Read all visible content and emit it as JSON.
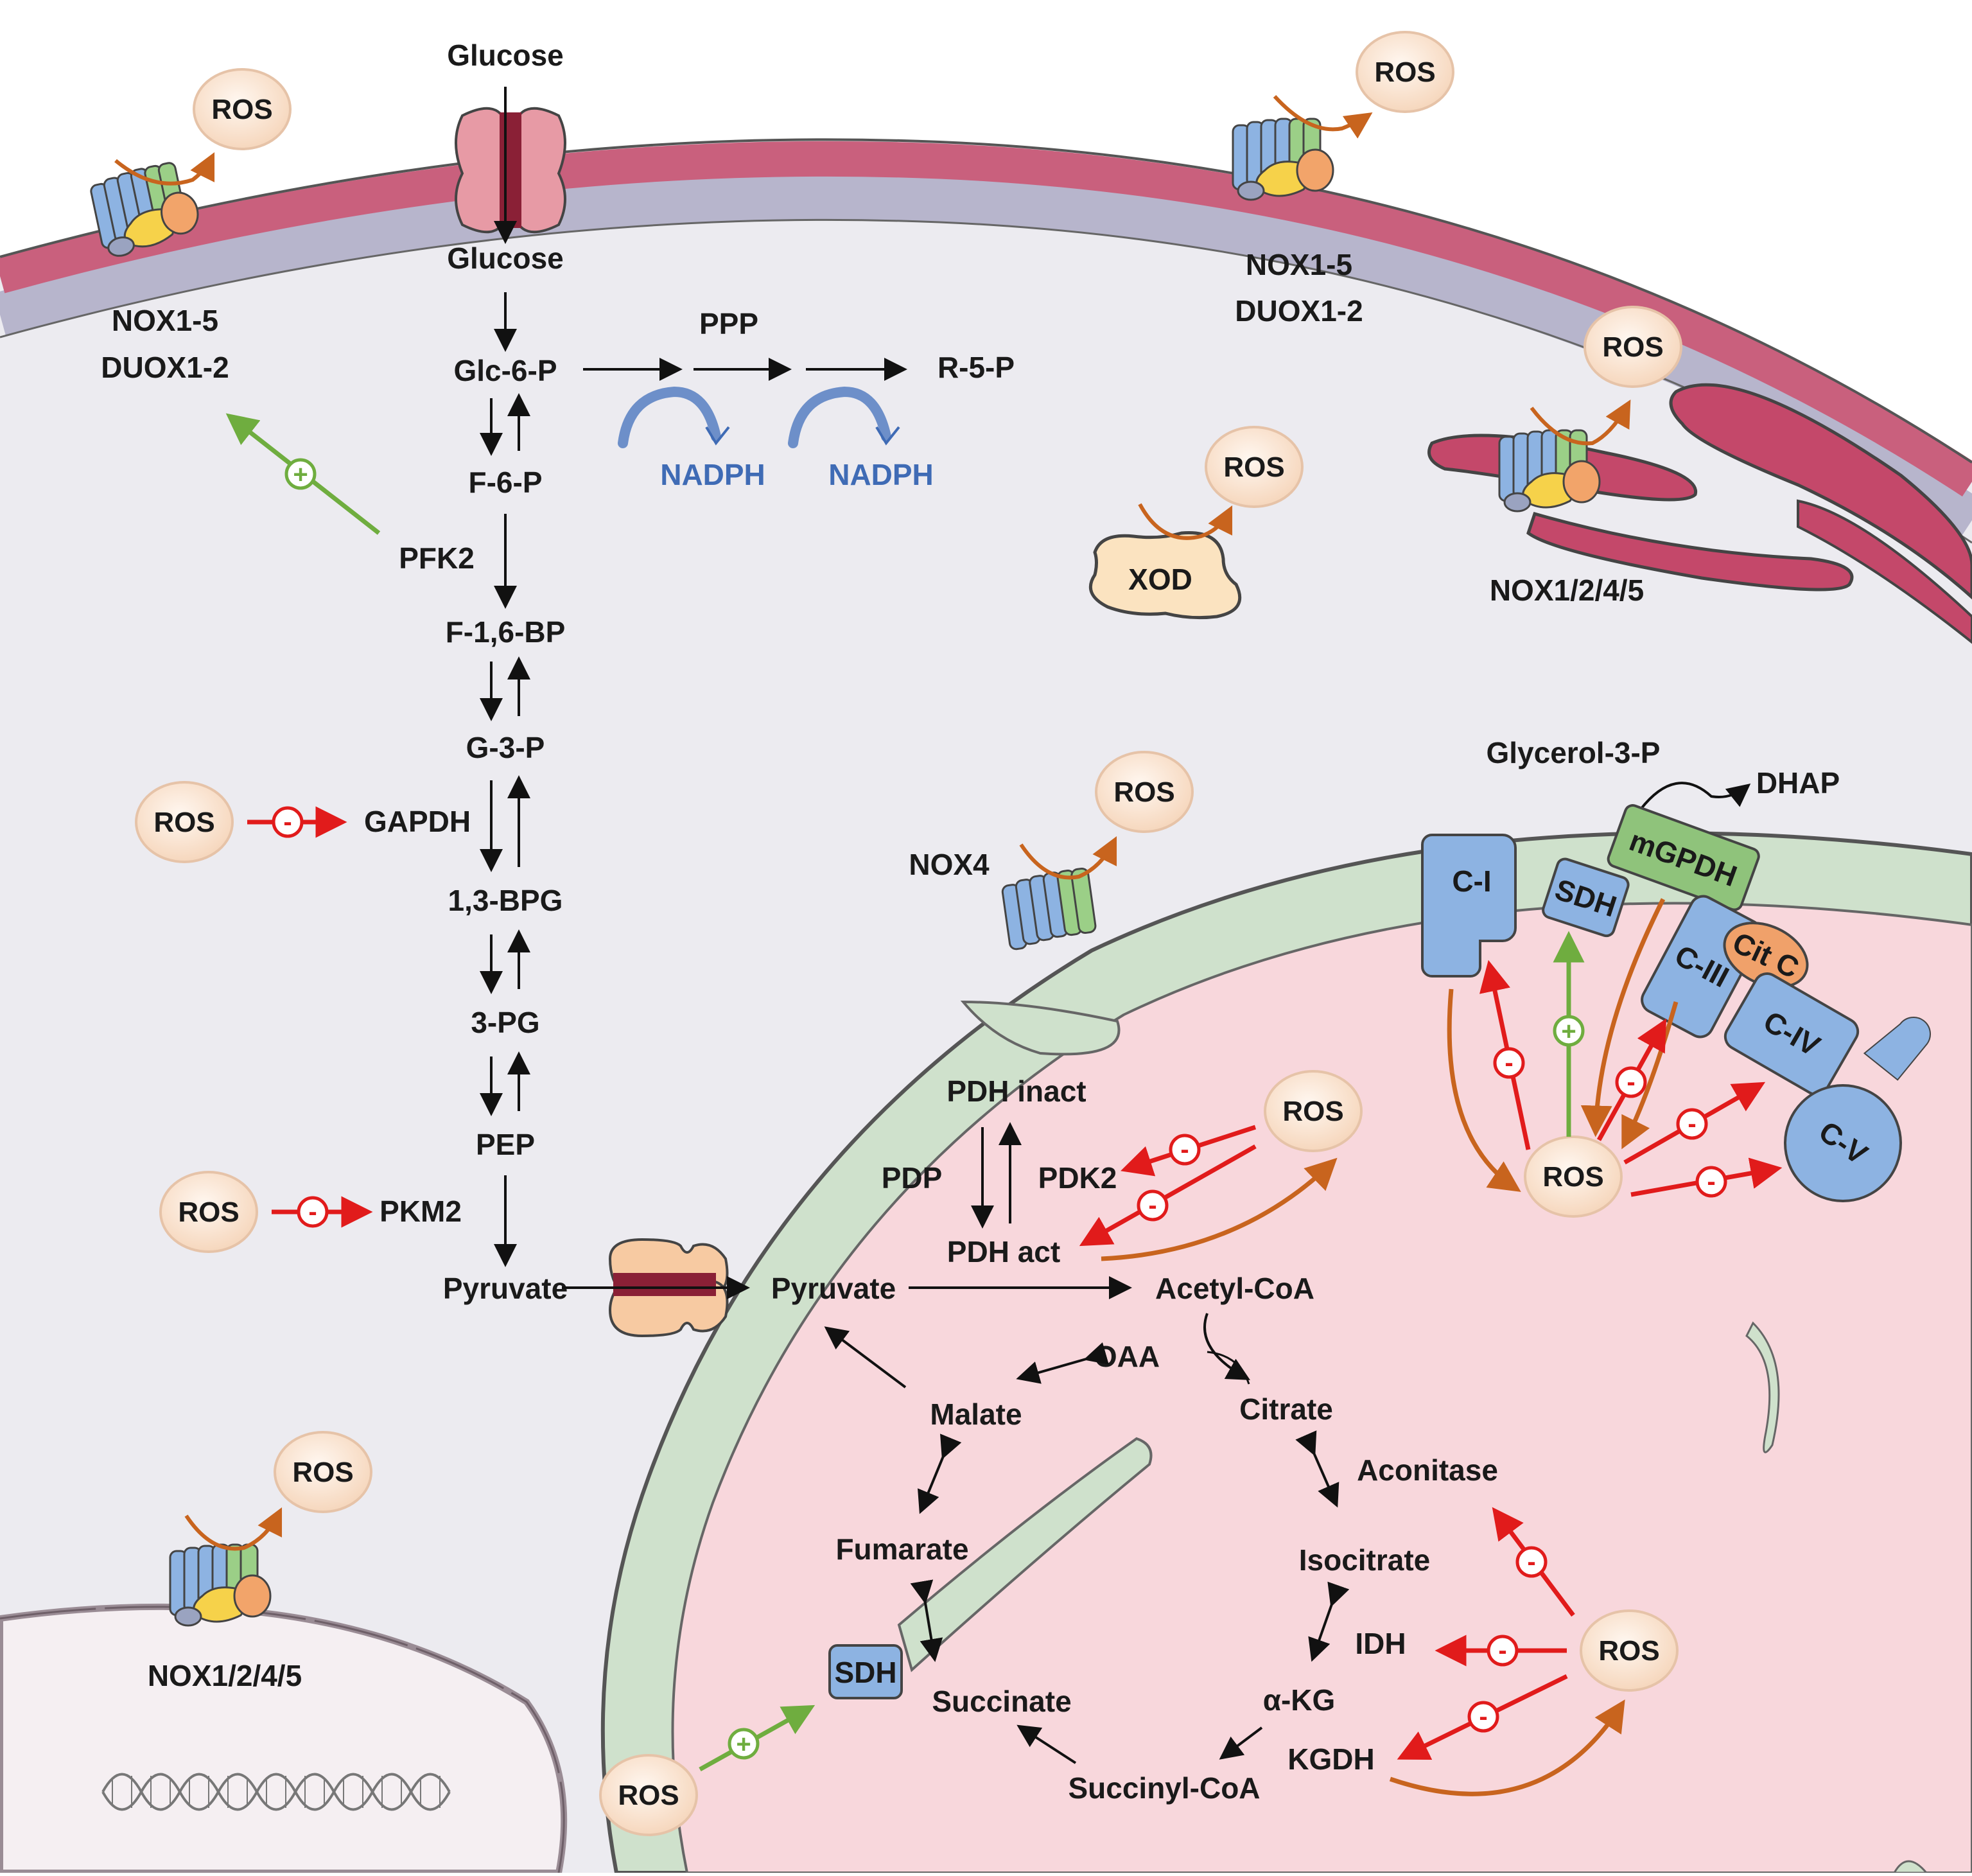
{
  "labels": {
    "glucose_out": "Glucose",
    "glucose_in": "Glucose",
    "glc6p": "Glc-6-P",
    "ppp": "PPP",
    "r5p": "R-5-P",
    "nadph": "NADPH",
    "f6p": "F-6-P",
    "pfk2": "PFK2",
    "f16bp": "F-1,6-BP",
    "g3p": "G-3-P",
    "gapdh": "GAPDH",
    "bpg13": "1,3-BPG",
    "pg3": "3-PG",
    "pep": "PEP",
    "pkm2": "PKM2",
    "pyruvate_cyt": "Pyruvate",
    "pyruvate_mito": "Pyruvate",
    "acetyl_coa": "Acetyl-CoA",
    "pdh_inact": "PDH inact",
    "pdh_act": "PDH act",
    "pdp": "PDP",
    "pdk2": "PDK2",
    "oaa": "OAA",
    "citrate": "Citrate",
    "malate": "Malate",
    "aconitase": "Aconitase",
    "isocitrate": "Isocitrate",
    "fumarate": "Fumarate",
    "idh": "IDH",
    "akg": "α-KG",
    "succinate": "Succinate",
    "kgdh": "KGDH",
    "succinyl_coa": "Succinyl-CoA",
    "sdh": "SDH",
    "nox15": "NOX1-5",
    "duox12": "DUOX1-2",
    "nox1245": "NOX1/2/4/5",
    "nox4": "NOX4",
    "xod": "XOD",
    "glycerol3p": "Glycerol-3-P",
    "dhap": "DHAP",
    "mgpdh": "mGPDH",
    "ci": "C-I",
    "ciii": "C-III",
    "civ": "C-IV",
    "cv": "C-V",
    "citc": "Cit C",
    "ros": "ROS",
    "plus": "+",
    "minus": "-"
  },
  "colors": {
    "cell_membrane_outer": "#c9607d",
    "cell_membrane_inner": "#b7b5cc",
    "cytoplasm": "#ecebf0",
    "mito_outer": "#cfe1cc",
    "mito_matrix": "#f8d7dc",
    "er": "#c4486a",
    "ros_fill": "#fbe7d8",
    "complex_blue": "#8db3e2",
    "mgpdh_green": "#8fc37b",
    "citc_orange": "#f0a16a",
    "xod_fill": "#fbe3c0",
    "inhibit_red": "#e11b1b",
    "activate_green": "#6fad3f",
    "produce_orange": "#c8641e",
    "nadph_blue": "#3f6bb5"
  }
}
